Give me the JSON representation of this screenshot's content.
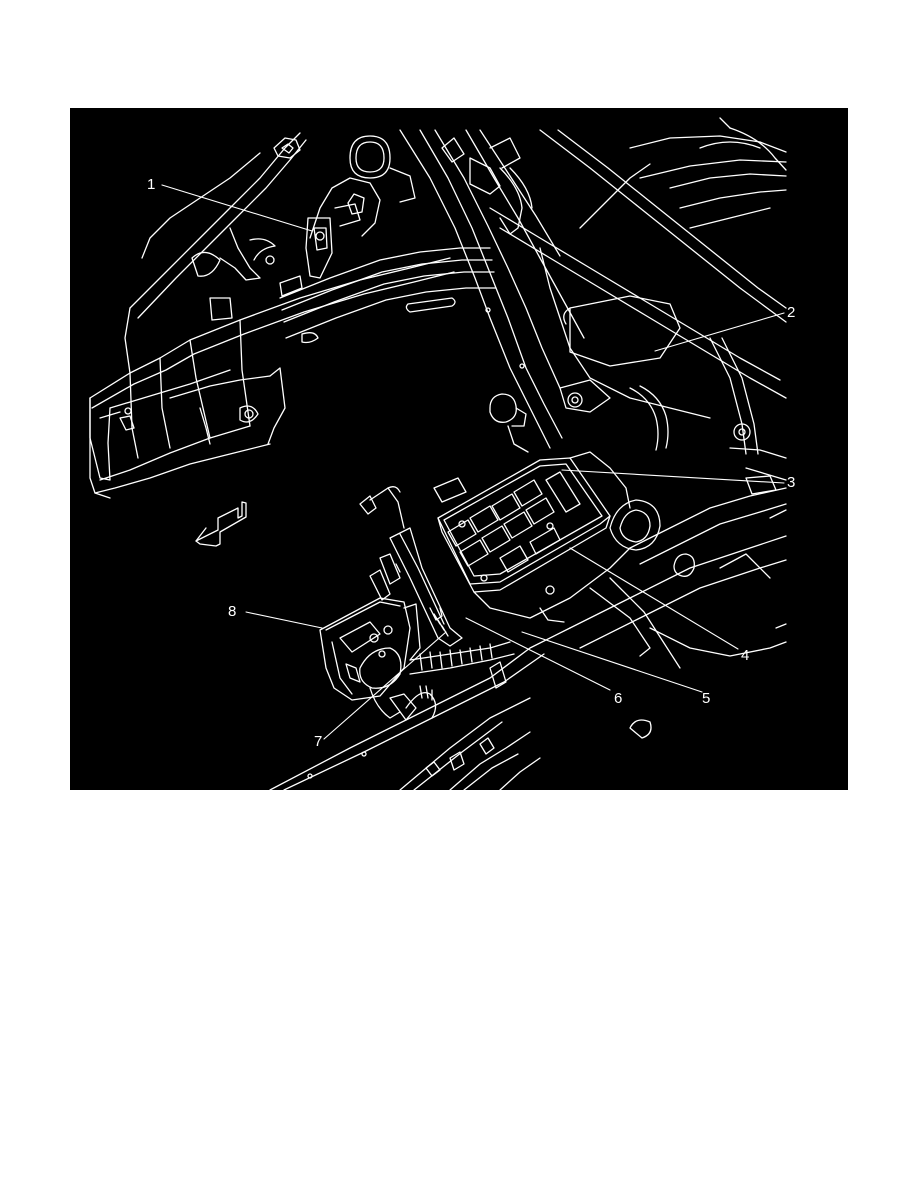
{
  "figure": {
    "background": "#000000",
    "line_color": "#ffffff",
    "page_background": "#ffffff",
    "direction_arrow": "front-of-vehicle-arrow",
    "callouts": [
      {
        "id": "c1",
        "label": "1"
      },
      {
        "id": "c2",
        "label": "2"
      },
      {
        "id": "c3",
        "label": "3"
      },
      {
        "id": "c4",
        "label": "4"
      },
      {
        "id": "c5",
        "label": "5"
      },
      {
        "id": "c6",
        "label": "6"
      },
      {
        "id": "c7",
        "label": "7"
      },
      {
        "id": "c8",
        "label": "8"
      }
    ]
  }
}
